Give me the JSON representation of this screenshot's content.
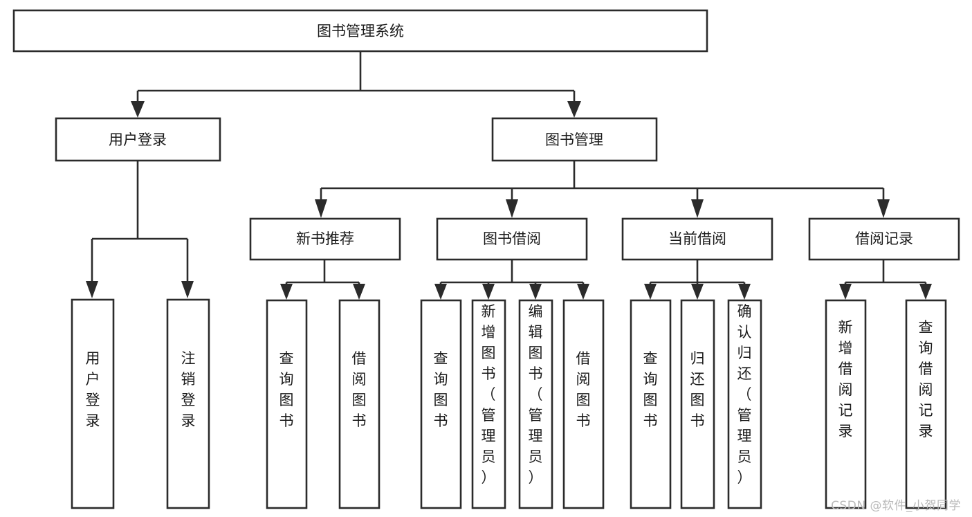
{
  "diagram": {
    "title": "图书管理系统",
    "type": "tree-diagram",
    "watermark": "CSDN @软件_小贺同学",
    "colors": {
      "background": "#ffffff",
      "box_border": "#2b2b2b",
      "box_fill": "#ffffff",
      "text": "#1a1a1a",
      "watermark": "#b9b9b9"
    },
    "nodes": {
      "root": {
        "label": "图书管理系统",
        "orientation": "horizontal"
      },
      "level2": [
        {
          "id": "user-login",
          "label": "用户登录",
          "orientation": "horizontal"
        },
        {
          "id": "book-manage",
          "label": "图书管理",
          "orientation": "horizontal"
        }
      ],
      "level3": [
        {
          "id": "new-book-recommend",
          "label": "新书推荐",
          "orientation": "horizontal"
        },
        {
          "id": "book-borrow",
          "label": "图书借阅",
          "orientation": "horizontal"
        },
        {
          "id": "current-borrow",
          "label": "当前借阅",
          "orientation": "horizontal"
        },
        {
          "id": "borrow-record",
          "label": "借阅记录",
          "orientation": "horizontal"
        }
      ],
      "leaves": [
        {
          "id": "leaf-user-login",
          "label": "用户登录",
          "orientation": "vertical",
          "parent": "user-login"
        },
        {
          "id": "leaf-user-logout",
          "label": "注销登录",
          "orientation": "vertical",
          "parent": "user-login"
        },
        {
          "id": "leaf-query-book-1",
          "label": "查询图书",
          "orientation": "vertical",
          "parent": "new-book-recommend"
        },
        {
          "id": "leaf-borrow-book-1",
          "label": "借阅图书",
          "orientation": "vertical",
          "parent": "new-book-recommend"
        },
        {
          "id": "leaf-query-book-2",
          "label": "查询图书",
          "orientation": "vertical",
          "parent": "book-borrow"
        },
        {
          "id": "leaf-add-book",
          "label": "新增图书（管理员）",
          "orientation": "vertical",
          "parent": "book-borrow"
        },
        {
          "id": "leaf-edit-book",
          "label": "编辑图书（管理员）",
          "orientation": "vertical",
          "parent": "book-borrow"
        },
        {
          "id": "leaf-borrow-book-2",
          "label": "借阅图书",
          "orientation": "vertical",
          "parent": "book-borrow"
        },
        {
          "id": "leaf-query-book-3",
          "label": "查询图书",
          "orientation": "vertical",
          "parent": "current-borrow"
        },
        {
          "id": "leaf-return-book",
          "label": "归还图书",
          "orientation": "vertical",
          "parent": "current-borrow"
        },
        {
          "id": "leaf-confirm-return",
          "label": "确认归还（管理员）",
          "orientation": "vertical",
          "parent": "current-borrow"
        },
        {
          "id": "leaf-add-record",
          "label": "新增借阅记录",
          "orientation": "vertical",
          "parent": "borrow-record"
        },
        {
          "id": "leaf-query-record",
          "label": "查询借阅记录",
          "orientation": "vertical",
          "parent": "borrow-record"
        }
      ]
    }
  }
}
